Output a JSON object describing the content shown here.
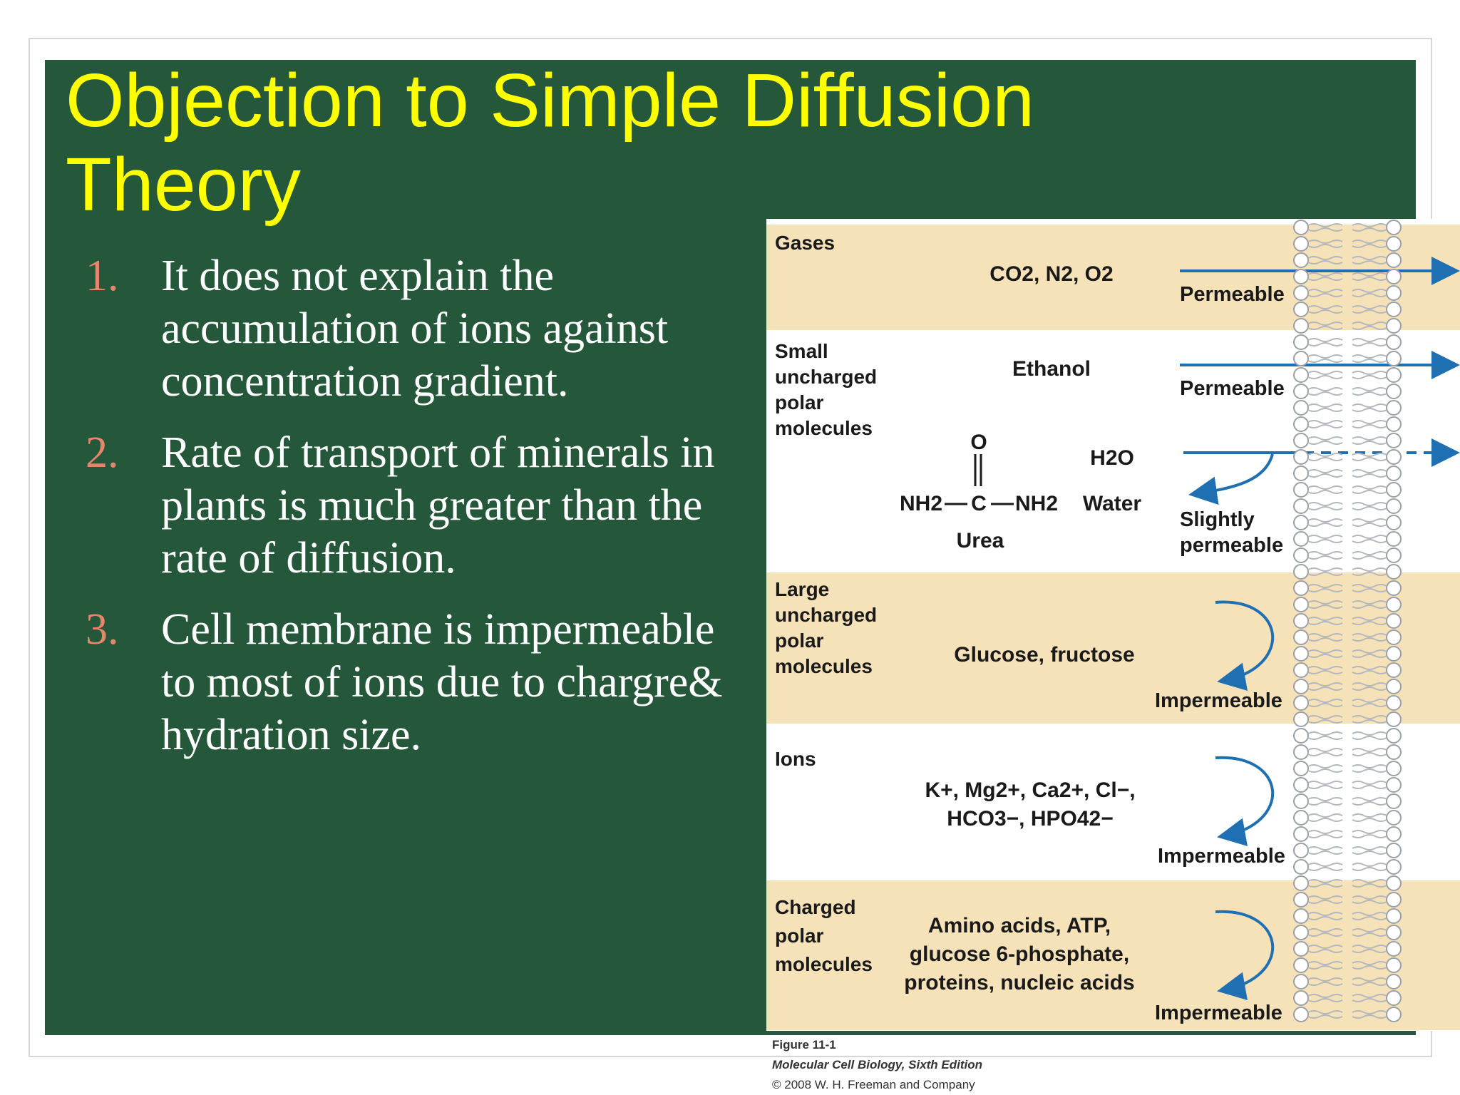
{
  "slide": {
    "title": "Objection to Simple Diffusion Theory",
    "points": [
      {
        "number": "1.",
        "text": "It does not explain the accumulation of ions against concentration gradient."
      },
      {
        "number": "2.",
        "text": "Rate of transport of minerals in plants is much greater than the rate of diffusion."
      },
      {
        "number": "3.",
        "text": "Cell membrane is impermeable to most of ions due to chargre& hydration size."
      }
    ]
  },
  "figure": {
    "rows": {
      "gases": {
        "category": "Gases",
        "molecules": "CO2, N2, O2",
        "permeability": "Permeable"
      },
      "small_polar": {
        "category_lines": [
          "Small",
          "uncharged",
          "polar",
          "molecules"
        ],
        "ethanol": "Ethanol",
        "ethanol_permeability": "Permeable",
        "urea_label": "Urea",
        "urea_atom_o": "O",
        "urea_atom_c": "C",
        "urea_left": "NH2",
        "urea_right": "NH2",
        "water_formula": "H2O",
        "water_label": "Water",
        "slightly_lines": [
          "Slightly",
          "permeable"
        ]
      },
      "large_polar": {
        "category_lines": [
          "Large",
          "uncharged",
          "polar",
          "molecules"
        ],
        "molecules": "Glucose, fructose",
        "permeability": "Impermeable"
      },
      "ions": {
        "category": "Ions",
        "line1": "K+, Mg2+, Ca2+, Cl−,",
        "line2": "HCO3−, HPO42−",
        "permeability": "Impermeable"
      },
      "charged_polar": {
        "category_lines": [
          "Charged",
          "polar",
          "molecules"
        ],
        "molecule_lines": [
          "Amino acids, ATP,",
          "glucose 6-phosphate,",
          "proteins, nucleic acids"
        ],
        "permeability": "Impermeable"
      }
    },
    "colors": {
      "band": "#f6e2b8",
      "arrow": "#1f6fb3",
      "slide_bg": "#25573b",
      "title": "#ffff00",
      "number": "#e6866a"
    },
    "caption": {
      "figure": "Figure 11-1",
      "book": "Molecular Cell Biology, Sixth Edition",
      "copyright": "© 2008 W. H. Freeman and Company"
    }
  }
}
